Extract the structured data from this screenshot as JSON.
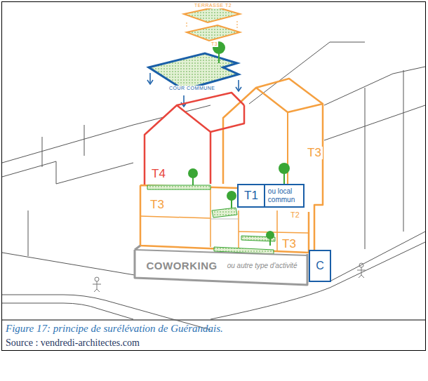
{
  "diagram": {
    "caption": "Figure 17: principe de surélévation de Guérandais.",
    "nodes": [
      {
        "text": [
          "T4"
        ]
      },
      {
        "text": [
          "T3"
        ]
      },
      {
        "text": [
          "T1",
          "ou local commun"
        ]
      },
      {
        "text": [
          "T2"
        ]
      },
      {
        "text": [
          "T3"
        ]
      },
      {
        "text": [
          "T3"
        ]
      },
      {
        "text": [
          "COWORKING",
          "ou autre type d'activité"
        ]
      },
      {
        "text": [
          "C"
        ]
      }
    ],
    "labels": [
      "TERRASSE T2",
      "T3",
      "COUR COMMUNE",
      "Source : vendredi-architectes.com"
    ]
  }
}
